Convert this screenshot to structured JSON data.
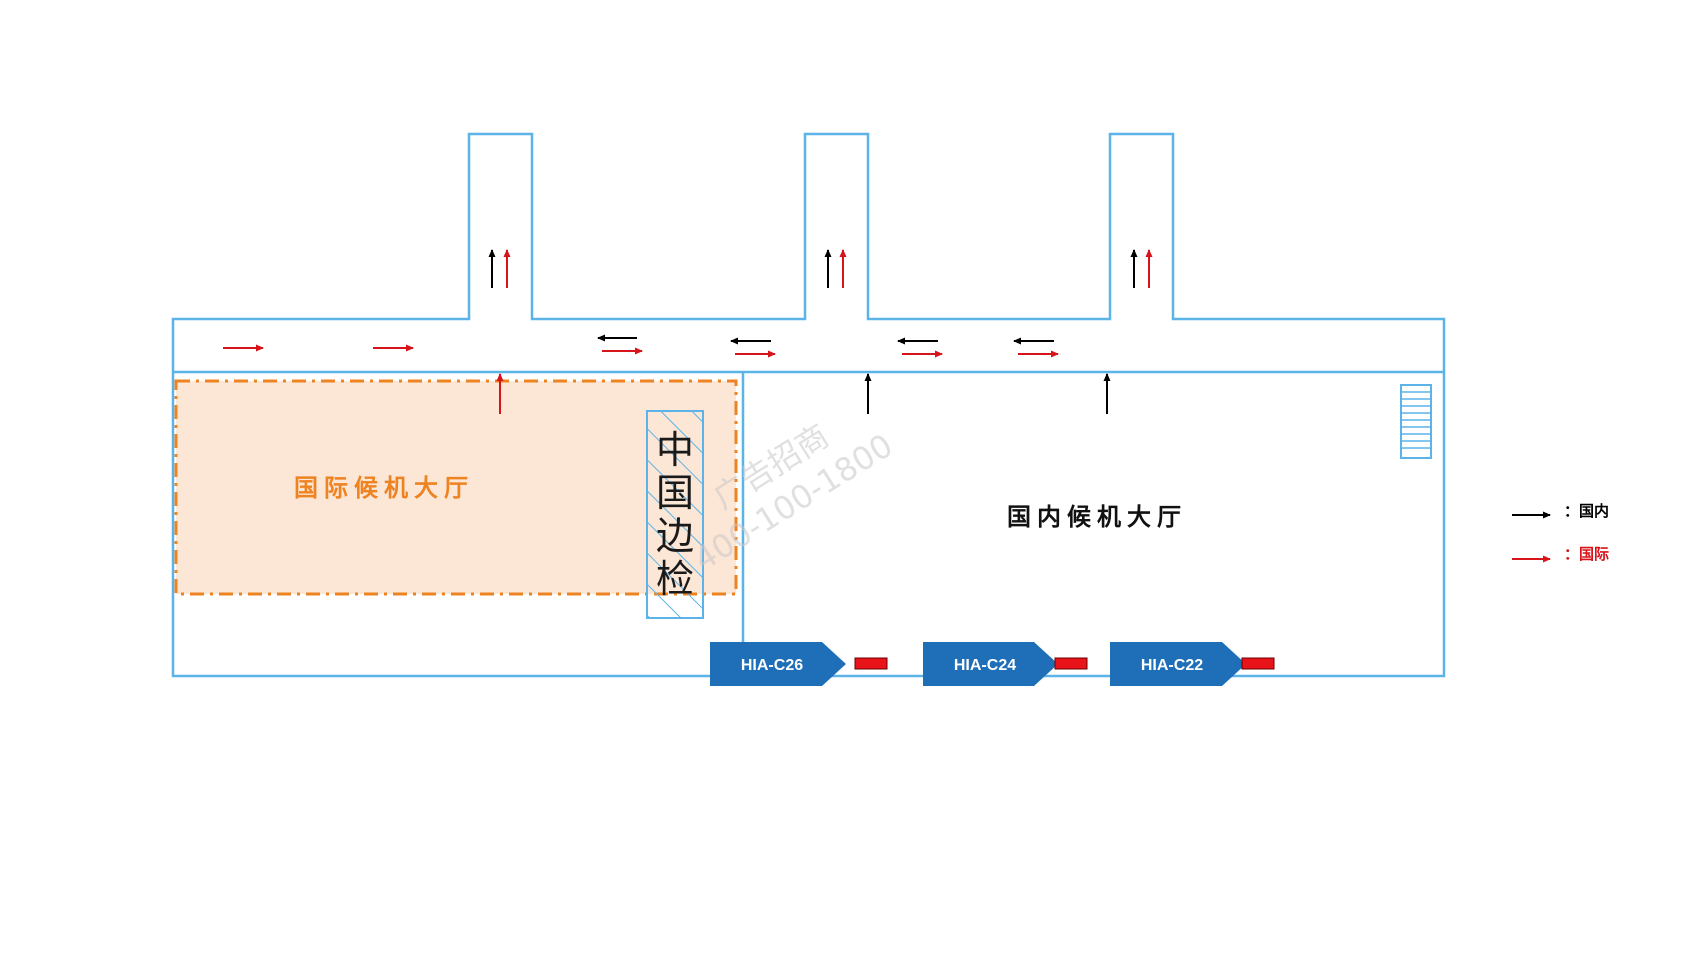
{
  "colors": {
    "wall": "#5BB3E8",
    "intl_zone_fill": "#FCE6D6",
    "intl_zone_border": "#EE8322",
    "intl_label": "#EE8322",
    "gate_fill": "#1E6FB8",
    "ad_marker": "#E8141A",
    "arrow_domestic": "#000000",
    "arrow_international": "#D7141A",
    "watermark": "#C8C8C8"
  },
  "zones": {
    "international_hall": "国际候机大厅",
    "domestic_hall": "国内候机大厅",
    "border_control": [
      "中",
      "国",
      "边",
      "检"
    ]
  },
  "gates": [
    {
      "label": "HIA-C26"
    },
    {
      "label": "HIA-C24"
    },
    {
      "label": "HIA-C22"
    }
  ],
  "legend": {
    "domestic": "：国内",
    "international": "：国际"
  },
  "watermark": {
    "line1": "广告招商",
    "line2": "400-100-1800"
  },
  "icons": {
    "stairs": "stairs-icon",
    "ad_marker": "ad-position-marker",
    "arrow": "flow-arrow"
  }
}
